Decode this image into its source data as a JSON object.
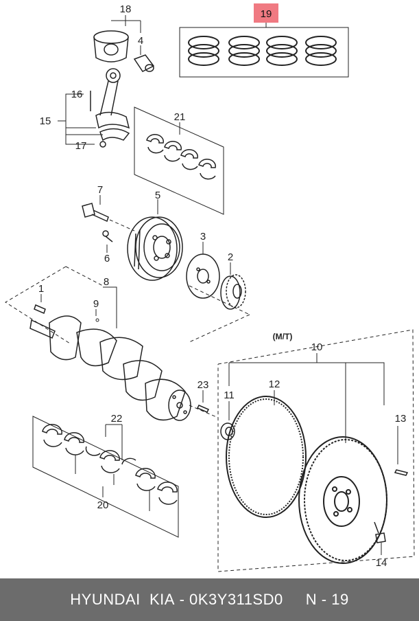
{
  "diagram": {
    "highlight_color": "#f07a82",
    "mt_label": "(M/T)",
    "callouts": {
      "c1": "1",
      "c2": "2",
      "c3": "3",
      "c4": "4",
      "c5": "5",
      "c6": "6",
      "c7": "7",
      "c8": "8",
      "c9": "9",
      "c10": "10",
      "c11": "11",
      "c12": "12",
      "c13": "13",
      "c14": "14",
      "c15": "15",
      "c16": "16",
      "c17": "17",
      "c18": "18",
      "c19": "19",
      "c20": "20",
      "c21": "21",
      "c22": "22",
      "c23": "23"
    }
  },
  "footer": {
    "brand": "HYUNDAI  KIA",
    "separator": " - ",
    "part_number": "0K3Y311SD0",
    "page_ref": "N - 19",
    "background": "#6c6c6c"
  }
}
